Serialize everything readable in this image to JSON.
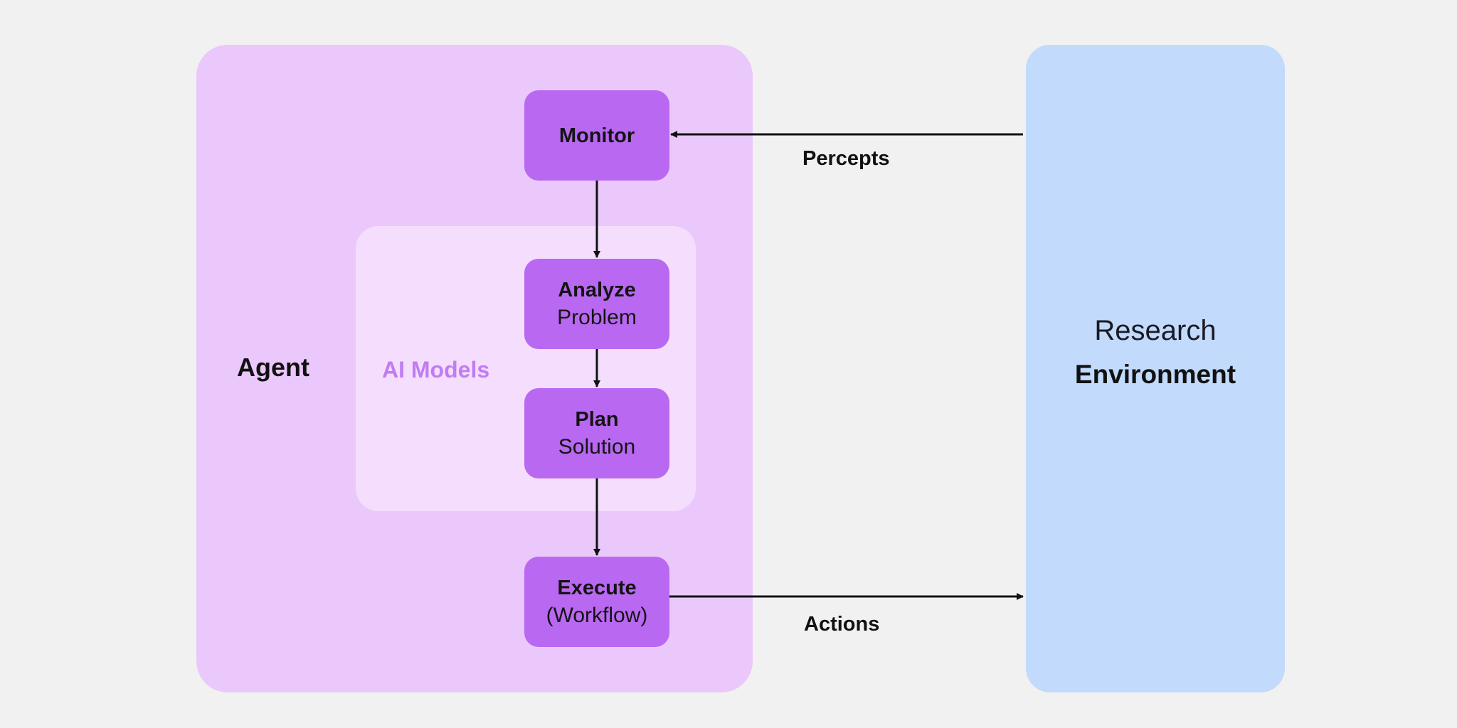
{
  "agent": {
    "label": "Agent",
    "color": "#ebc8fb"
  },
  "ai_models": {
    "label": "AI Models",
    "color": "#f5defd",
    "label_color": "#c07cf2"
  },
  "environment": {
    "line1": "Research",
    "line2": "Environment",
    "color": "#c2dafc"
  },
  "nodes": {
    "monitor": {
      "title": "Monitor"
    },
    "analyze": {
      "title": "Analyze",
      "sub": "Problem"
    },
    "plan": {
      "title": "Plan",
      "sub": "Solution"
    },
    "execute": {
      "title": "Execute",
      "sub": "(Workflow)"
    },
    "color": "#b968f2"
  },
  "edges": {
    "percepts": "Percepts",
    "actions": "Actions"
  }
}
